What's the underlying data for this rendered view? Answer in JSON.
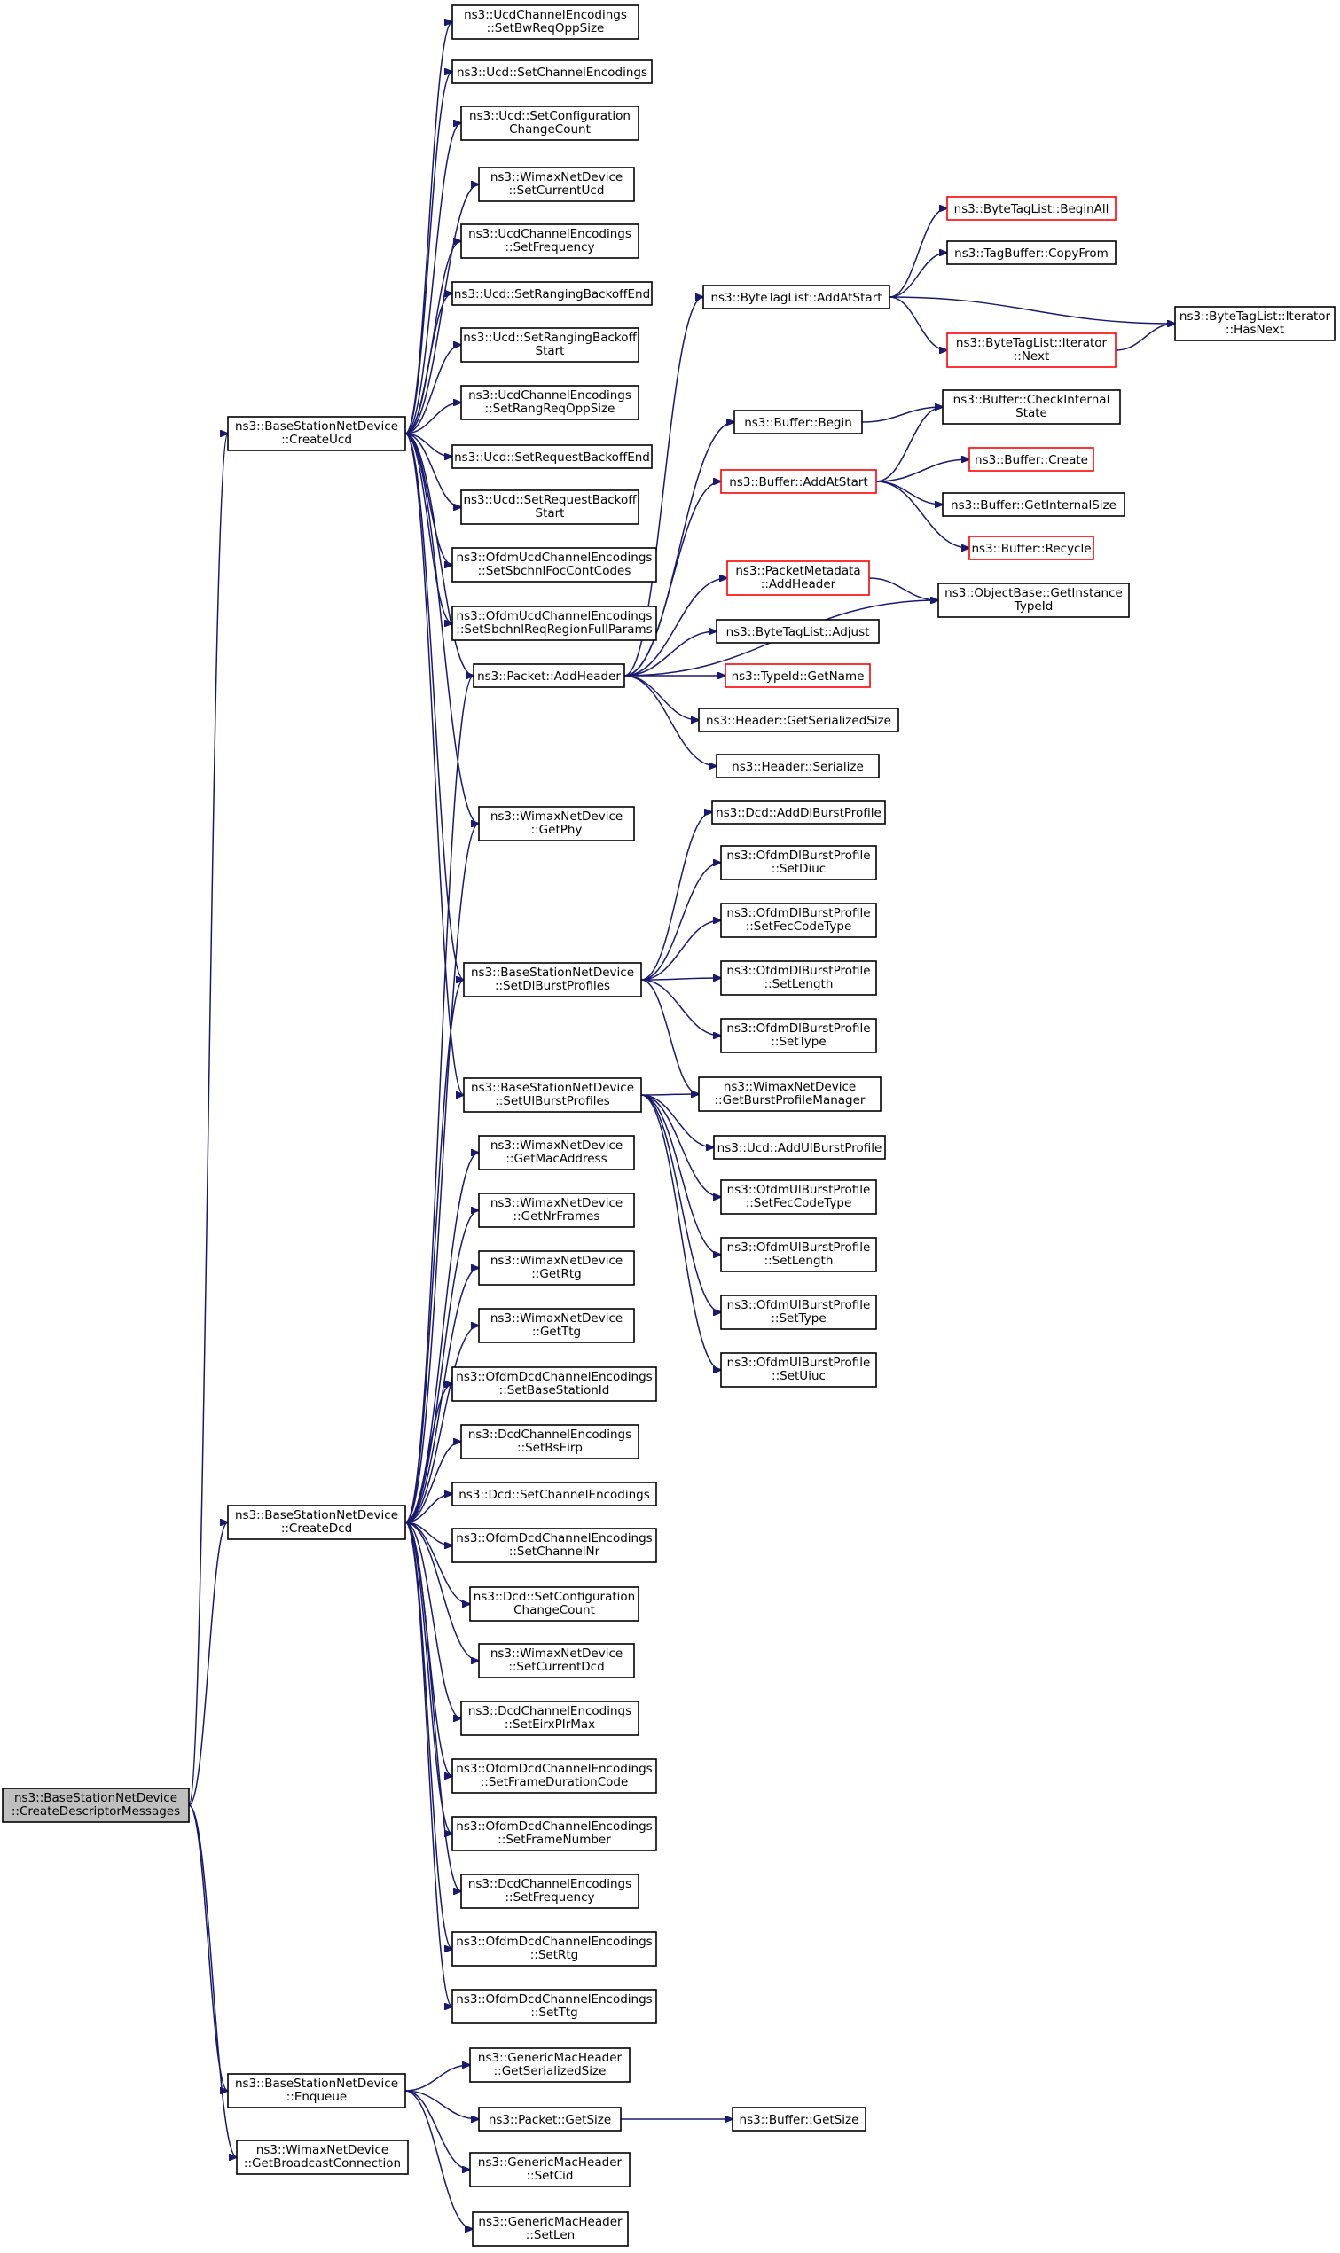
{
  "nodes": [
    {
      "id": "root",
      "lines": [
        "ns3::BaseStationNetDevice",
        "::CreateDescriptorMessages"
      ],
      "style": "root"
    },
    {
      "id": "createucd",
      "lines": [
        "ns3::BaseStationNetDevice",
        "::CreateUcd"
      ]
    },
    {
      "id": "createdcd",
      "lines": [
        "ns3::BaseStationNetDevice",
        "::CreateDcd"
      ]
    },
    {
      "id": "enqueue",
      "lines": [
        "ns3::BaseStationNetDevice",
        "::Enqueue"
      ]
    },
    {
      "id": "getbcast",
      "lines": [
        "ns3::WimaxNetDevice",
        "::GetBroadcastConnection"
      ]
    },
    {
      "id": "u1",
      "lines": [
        "ns3::UcdChannelEncodings",
        "::SetBwReqOppSize"
      ]
    },
    {
      "id": "u2",
      "lines": [
        "ns3::Ucd::SetChannelEncodings"
      ]
    },
    {
      "id": "u3",
      "lines": [
        "ns3::Ucd::SetConfiguration",
        "ChangeCount"
      ]
    },
    {
      "id": "u4",
      "lines": [
        "ns3::WimaxNetDevice",
        "::SetCurrentUcd"
      ]
    },
    {
      "id": "u5",
      "lines": [
        "ns3::UcdChannelEncodings",
        "::SetFrequency"
      ]
    },
    {
      "id": "u6",
      "lines": [
        "ns3::Ucd::SetRangingBackoffEnd"
      ]
    },
    {
      "id": "u7",
      "lines": [
        "ns3::Ucd::SetRangingBackoff",
        "Start"
      ]
    },
    {
      "id": "u8",
      "lines": [
        "ns3::UcdChannelEncodings",
        "::SetRangReqOppSize"
      ]
    },
    {
      "id": "u9",
      "lines": [
        "ns3::Ucd::SetRequestBackoffEnd"
      ]
    },
    {
      "id": "u10",
      "lines": [
        "ns3::Ucd::SetRequestBackoff",
        "Start"
      ]
    },
    {
      "id": "u11",
      "lines": [
        "ns3::OfdmUcdChannelEncodings",
        "::SetSbchnlFocContCodes"
      ]
    },
    {
      "id": "u12",
      "lines": [
        "ns3::OfdmUcdChannelEncodings",
        "::SetSbchnlReqRegionFullParams"
      ]
    },
    {
      "id": "addheader",
      "lines": [
        "ns3::Packet::AddHeader"
      ]
    },
    {
      "id": "getphy",
      "lines": [
        "ns3::WimaxNetDevice",
        "::GetPhy"
      ]
    },
    {
      "id": "setdl",
      "lines": [
        "ns3::BaseStationNetDevice",
        "::SetDlBurstProfiles"
      ]
    },
    {
      "id": "setul",
      "lines": [
        "ns3::BaseStationNetDevice",
        "::SetUlBurstProfiles"
      ]
    },
    {
      "id": "d1",
      "lines": [
        "ns3::WimaxNetDevice",
        "::GetMacAddress"
      ]
    },
    {
      "id": "d2",
      "lines": [
        "ns3::WimaxNetDevice",
        "::GetNrFrames"
      ]
    },
    {
      "id": "d3",
      "lines": [
        "ns3::WimaxNetDevice",
        "::GetRtg"
      ]
    },
    {
      "id": "d4",
      "lines": [
        "ns3::WimaxNetDevice",
        "::GetTtg"
      ]
    },
    {
      "id": "d5",
      "lines": [
        "ns3::OfdmDcdChannelEncodings",
        "::SetBaseStationId"
      ]
    },
    {
      "id": "d6",
      "lines": [
        "ns3::DcdChannelEncodings",
        "::SetBsEirp"
      ]
    },
    {
      "id": "d7",
      "lines": [
        "ns3::Dcd::SetChannelEncodings"
      ]
    },
    {
      "id": "d8",
      "lines": [
        "ns3::OfdmDcdChannelEncodings",
        "::SetChannelNr"
      ]
    },
    {
      "id": "d9",
      "lines": [
        "ns3::Dcd::SetConfiguration",
        "ChangeCount"
      ]
    },
    {
      "id": "d10",
      "lines": [
        "ns3::WimaxNetDevice",
        "::SetCurrentDcd"
      ]
    },
    {
      "id": "d11",
      "lines": [
        "ns3::DcdChannelEncodings",
        "::SetEirxPIrMax"
      ]
    },
    {
      "id": "d12",
      "lines": [
        "ns3::OfdmDcdChannelEncodings",
        "::SetFrameDurationCode"
      ]
    },
    {
      "id": "d13",
      "lines": [
        "ns3::OfdmDcdChannelEncodings",
        "::SetFrameNumber"
      ]
    },
    {
      "id": "d14",
      "lines": [
        "ns3::DcdChannelEncodings",
        "::SetFrequency"
      ]
    },
    {
      "id": "d15",
      "lines": [
        "ns3::OfdmDcdChannelEncodings",
        "::SetRtg"
      ]
    },
    {
      "id": "d16",
      "lines": [
        "ns3::OfdmDcdChannelEncodings",
        "::SetTtg"
      ]
    },
    {
      "id": "e1",
      "lines": [
        "ns3::GenericMacHeader",
        "::GetSerializedSize"
      ]
    },
    {
      "id": "pktgetsize",
      "lines": [
        "ns3::Packet::GetSize"
      ]
    },
    {
      "id": "e3",
      "lines": [
        "ns3::GenericMacHeader",
        "::SetCid"
      ]
    },
    {
      "id": "e4",
      "lines": [
        "ns3::GenericMacHeader",
        "::SetLen"
      ]
    },
    {
      "id": "bufgetsize",
      "lines": [
        "ns3::Buffer::GetSize"
      ]
    },
    {
      "id": "btladdatstart",
      "lines": [
        "ns3::ByteTagList::AddAtStart"
      ]
    },
    {
      "id": "bufbegin",
      "lines": [
        "ns3::Buffer::Begin"
      ]
    },
    {
      "id": "bufaddatstart",
      "lines": [
        "ns3::Buffer::AddAtStart"
      ],
      "style": "red"
    },
    {
      "id": "pmaddheader",
      "lines": [
        "ns3::PacketMetadata",
        "::AddHeader"
      ],
      "style": "red"
    },
    {
      "id": "btladjust",
      "lines": [
        "ns3::ByteTagList::Adjust"
      ]
    },
    {
      "id": "typeidgetname",
      "lines": [
        "ns3::TypeId::GetName"
      ],
      "style": "red"
    },
    {
      "id": "hdrgetsersize",
      "lines": [
        "ns3::Header::GetSerializedSize"
      ]
    },
    {
      "id": "hdrserialize",
      "lines": [
        "ns3::Header::Serialize"
      ]
    },
    {
      "id": "btlbeginall",
      "lines": [
        "ns3::ByteTagList::BeginAll"
      ],
      "style": "red"
    },
    {
      "id": "tbcopyfrom",
      "lines": [
        "ns3::TagBuffer::CopyFrom"
      ]
    },
    {
      "id": "btlitnext",
      "lines": [
        "ns3::ByteTagList::Iterator",
        "::Next"
      ],
      "style": "red"
    },
    {
      "id": "btlithasnext",
      "lines": [
        "ns3::ByteTagList::Iterator",
        "::HasNext"
      ]
    },
    {
      "id": "bufcheckint",
      "lines": [
        "ns3::Buffer::CheckInternal",
        "State"
      ]
    },
    {
      "id": "bufcreate",
      "lines": [
        "ns3::Buffer::Create"
      ],
      "style": "red"
    },
    {
      "id": "bufgetintsize",
      "lines": [
        "ns3::Buffer::GetInternalSize"
      ]
    },
    {
      "id": "bufrecycle",
      "lines": [
        "ns3::Buffer::Recycle"
      ],
      "style": "red"
    },
    {
      "id": "objgetinst",
      "lines": [
        "ns3::ObjectBase::GetInstance",
        "TypeId"
      ]
    },
    {
      "id": "dl1",
      "lines": [
        "ns3::Dcd::AddDlBurstProfile"
      ]
    },
    {
      "id": "dl2",
      "lines": [
        "ns3::OfdmDlBurstProfile",
        "::SetDiuc"
      ]
    },
    {
      "id": "dl3",
      "lines": [
        "ns3::OfdmDlBurstProfile",
        "::SetFecCodeType"
      ]
    },
    {
      "id": "dl4",
      "lines": [
        "ns3::OfdmDlBurstProfile",
        "::SetLength"
      ]
    },
    {
      "id": "dl5",
      "lines": [
        "ns3::OfdmDlBurstProfile",
        "::SetType"
      ]
    },
    {
      "id": "getbpm",
      "lines": [
        "ns3::WimaxNetDevice",
        "::GetBurstProfileManager"
      ]
    },
    {
      "id": "ul1",
      "lines": [
        "ns3::Ucd::AddUlBurstProfile"
      ]
    },
    {
      "id": "ul2",
      "lines": [
        "ns3::OfdmUlBurstProfile",
        "::SetFecCodeType"
      ]
    },
    {
      "id": "ul3",
      "lines": [
        "ns3::OfdmUlBurstProfile",
        "::SetLength"
      ]
    },
    {
      "id": "ul4",
      "lines": [
        "ns3::OfdmUlBurstProfile",
        "::SetType"
      ]
    },
    {
      "id": "ul5",
      "lines": [
        "ns3::OfdmUlBurstProfile",
        "::SetUiuc"
      ]
    }
  ],
  "edges": [
    [
      "root",
      "createucd"
    ],
    [
      "root",
      "createdcd"
    ],
    [
      "root",
      "enqueue"
    ],
    [
      "root",
      "getbcast"
    ],
    [
      "createucd",
      "u1"
    ],
    [
      "createucd",
      "u2"
    ],
    [
      "createucd",
      "u3"
    ],
    [
      "createucd",
      "u4"
    ],
    [
      "createucd",
      "u5"
    ],
    [
      "createucd",
      "u6"
    ],
    [
      "createucd",
      "u7"
    ],
    [
      "createucd",
      "u8"
    ],
    [
      "createucd",
      "u9"
    ],
    [
      "createucd",
      "u10"
    ],
    [
      "createucd",
      "u11"
    ],
    [
      "createucd",
      "u12"
    ],
    [
      "createucd",
      "addheader"
    ],
    [
      "createucd",
      "getphy"
    ],
    [
      "createucd",
      "setdl"
    ],
    [
      "createucd",
      "setul"
    ],
    [
      "createdcd",
      "addheader"
    ],
    [
      "createdcd",
      "getphy"
    ],
    [
      "createdcd",
      "setdl"
    ],
    [
      "createdcd",
      "d1"
    ],
    [
      "createdcd",
      "d2"
    ],
    [
      "createdcd",
      "d3"
    ],
    [
      "createdcd",
      "d4"
    ],
    [
      "createdcd",
      "d5"
    ],
    [
      "createdcd",
      "d6"
    ],
    [
      "createdcd",
      "d7"
    ],
    [
      "createdcd",
      "d8"
    ],
    [
      "createdcd",
      "d9"
    ],
    [
      "createdcd",
      "d10"
    ],
    [
      "createdcd",
      "d11"
    ],
    [
      "createdcd",
      "d12"
    ],
    [
      "createdcd",
      "d13"
    ],
    [
      "createdcd",
      "d14"
    ],
    [
      "createdcd",
      "d15"
    ],
    [
      "createdcd",
      "d16"
    ],
    [
      "enqueue",
      "e1"
    ],
    [
      "enqueue",
      "pktgetsize"
    ],
    [
      "enqueue",
      "e3"
    ],
    [
      "enqueue",
      "e4"
    ],
    [
      "pktgetsize",
      "bufgetsize"
    ],
    [
      "addheader",
      "btladdatstart"
    ],
    [
      "addheader",
      "bufbegin"
    ],
    [
      "addheader",
      "bufaddatstart"
    ],
    [
      "addheader",
      "pmaddheader"
    ],
    [
      "addheader",
      "btladjust"
    ],
    [
      "addheader",
      "typeidgetname"
    ],
    [
      "addheader",
      "hdrgetsersize"
    ],
    [
      "addheader",
      "hdrserialize"
    ],
    [
      "addheader",
      "objgetinst"
    ],
    [
      "btladdatstart",
      "btlbeginall"
    ],
    [
      "btladdatstart",
      "tbcopyfrom"
    ],
    [
      "btladdatstart",
      "btlitnext"
    ],
    [
      "btladdatstart",
      "btlithasnext"
    ],
    [
      "btlitnext",
      "btlithasnext"
    ],
    [
      "bufbegin",
      "bufcheckint"
    ],
    [
      "bufaddatstart",
      "bufcheckint"
    ],
    [
      "bufaddatstart",
      "bufcreate"
    ],
    [
      "bufaddatstart",
      "bufgetintsize"
    ],
    [
      "bufaddatstart",
      "bufrecycle"
    ],
    [
      "pmaddheader",
      "objgetinst"
    ],
    [
      "setdl",
      "dl1"
    ],
    [
      "setdl",
      "dl2"
    ],
    [
      "setdl",
      "dl3"
    ],
    [
      "setdl",
      "dl4"
    ],
    [
      "setdl",
      "dl5"
    ],
    [
      "setdl",
      "getbpm"
    ],
    [
      "setul",
      "getbpm"
    ],
    [
      "setul",
      "ul1"
    ],
    [
      "setul",
      "ul2"
    ],
    [
      "setul",
      "ul3"
    ],
    [
      "setul",
      "ul4"
    ],
    [
      "setul",
      "ul5"
    ]
  ]
}
